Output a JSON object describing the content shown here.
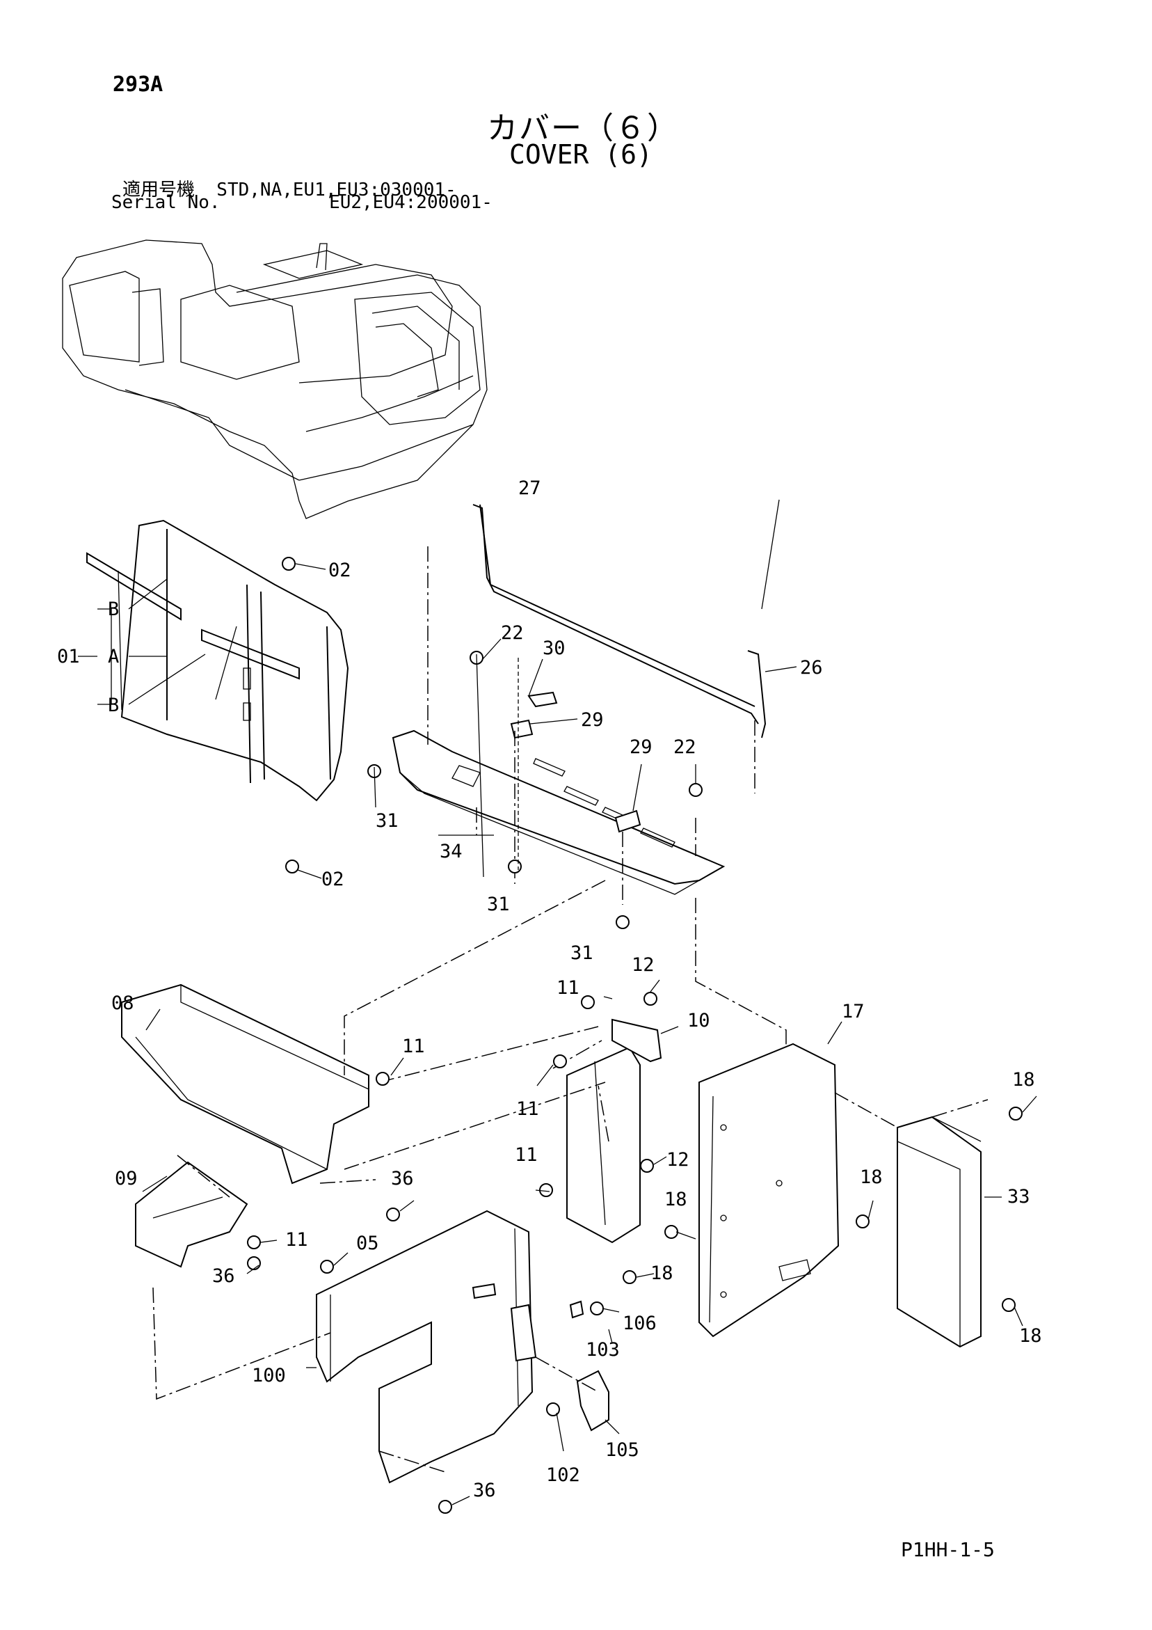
{
  "header": {
    "page_code": "293A",
    "title_jp": "カバー（６）",
    "title_en": "COVER (6)",
    "serial_line1": "適用号機  STD,NA,EU1,EU3:030001-",
    "serial_line2": "Serial No.          EU2,EU4:200001-"
  },
  "footer": {
    "code": "P1HH-1-5"
  },
  "callouts": {
    "c01": "01",
    "cA": "A",
    "cB1": "B",
    "cB2": "B",
    "c02a": "02",
    "c02b": "02",
    "c27": "27",
    "c26": "26",
    "c22a": "22",
    "c30": "30",
    "c29a": "29",
    "c29b": "29",
    "c22b": "22",
    "c31a": "31",
    "c34": "34",
    "c31b": "31",
    "c31c": "31",
    "c08": "08",
    "c11a": "11",
    "c12a": "12",
    "c10": "10",
    "c17": "17",
    "c11b": "11",
    "c11c": "11",
    "c12b": "12",
    "c11d": "11",
    "c18a": "18",
    "c33": "33",
    "c18b": "18",
    "c18c": "18",
    "c18d": "18",
    "c18e": "18",
    "c09": "09",
    "c36a": "36",
    "c11e": "11",
    "c05": "05",
    "c36b": "36",
    "c106": "106",
    "c103": "103",
    "c100": "100",
    "c105": "105",
    "c102": "102",
    "c36c": "36"
  }
}
